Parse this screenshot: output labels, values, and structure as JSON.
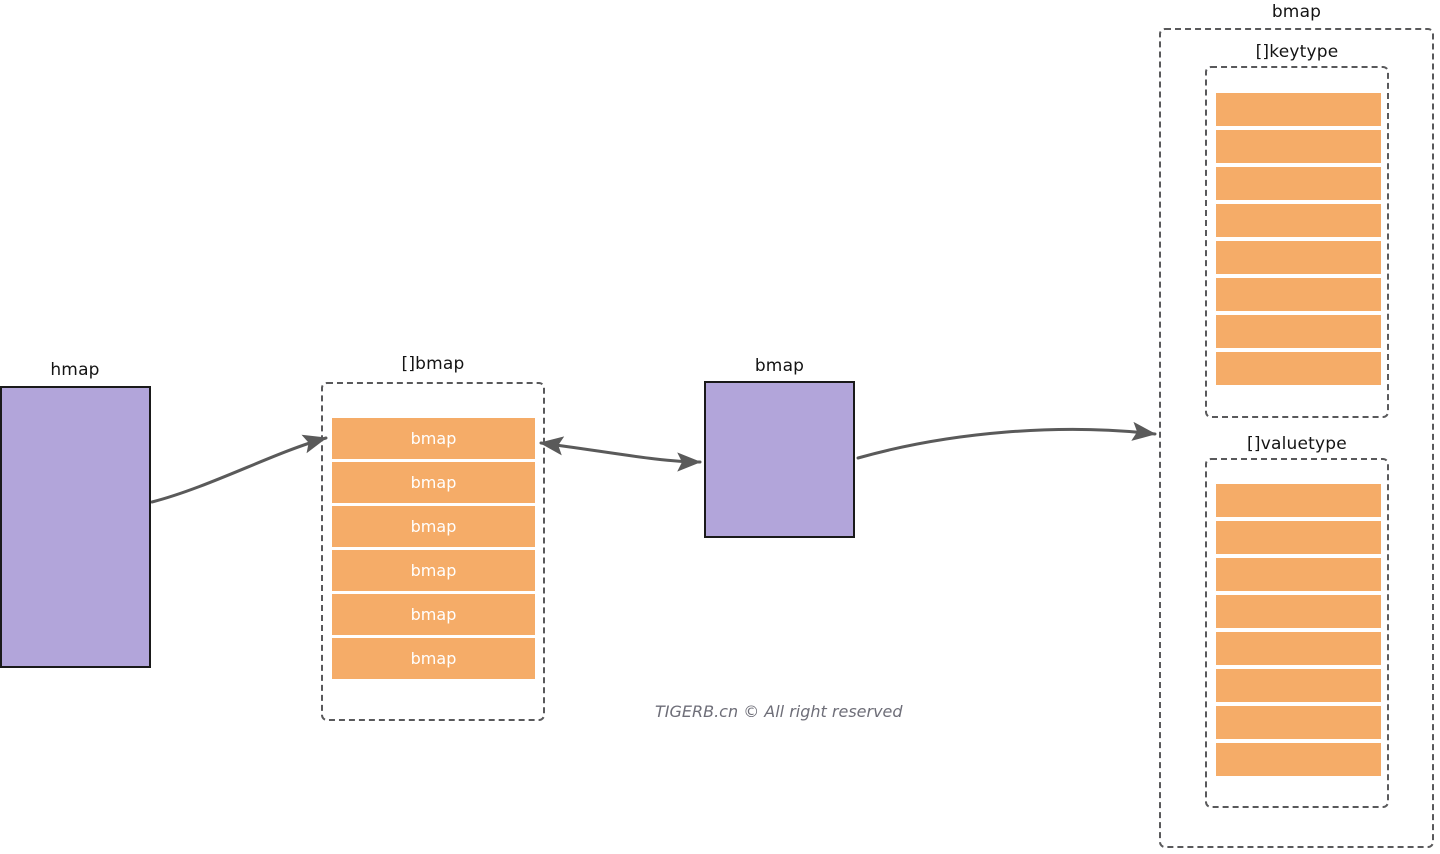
{
  "diagram": {
    "title_hmap": "hmap",
    "title_bmap_slice": "[]bmap",
    "title_bmap_single": "bmap",
    "title_bmap_detail": "bmap",
    "title_keytype": "[]keytype",
    "title_valuetype": "[]valuetype",
    "watermark": "TIGERB.cn © All right reserved"
  },
  "colors": {
    "purple": "#b2a5da",
    "orange": "#f5ac68",
    "dashed_border": "#59595b",
    "solid_border": "#1a1a1a",
    "arrow": "#5a5a5a",
    "label_text": "#141414",
    "cell_text": "#ffffff",
    "watermark_text": "#6e6e78"
  },
  "bmap_slice": {
    "label": "[]bmap",
    "cells": [
      {
        "label": "bmap"
      },
      {
        "label": "bmap"
      },
      {
        "label": "bmap"
      },
      {
        "label": "bmap"
      },
      {
        "label": "bmap"
      },
      {
        "label": "bmap"
      }
    ]
  },
  "keytype_slice": {
    "label": "[]keytype",
    "cells": [
      {
        "label": ""
      },
      {
        "label": ""
      },
      {
        "label": ""
      },
      {
        "label": ""
      },
      {
        "label": ""
      },
      {
        "label": ""
      },
      {
        "label": ""
      },
      {
        "label": ""
      }
    ]
  },
  "valuetype_slice": {
    "label": "[]valuetype",
    "cells": [
      {
        "label": ""
      },
      {
        "label": ""
      },
      {
        "label": ""
      },
      {
        "label": ""
      },
      {
        "label": ""
      },
      {
        "label": ""
      },
      {
        "label": ""
      },
      {
        "label": ""
      }
    ]
  },
  "arrows": [
    {
      "name": "hmap-to-bmap-slice",
      "from": "hmap",
      "to": "[]bmap"
    },
    {
      "name": "bmap-slice-to-bmap",
      "from": "[]bmap",
      "to": "bmap"
    },
    {
      "name": "bmap-to-bmap-detail",
      "from": "bmap",
      "to": "bmap-detail"
    }
  ]
}
